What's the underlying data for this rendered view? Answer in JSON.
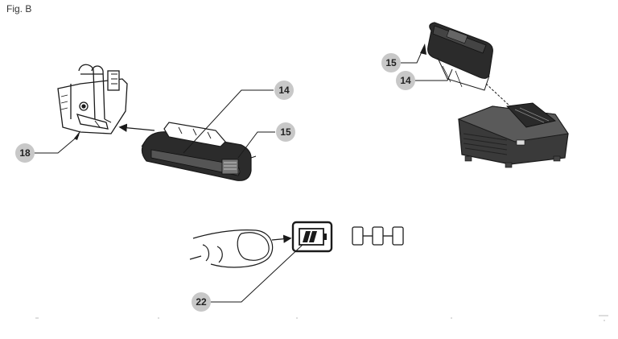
{
  "figure_label": "Fig. B",
  "callouts": {
    "battery_left": "14",
    "latch_left": "15",
    "tool_port": "18",
    "latch_right": "15",
    "battery_right": "14",
    "indicator_button": "22"
  },
  "colors": {
    "line": "#1a1a1a",
    "bubble": "#c8c8c8",
    "charger_fill": "#3a3a3a",
    "battery_fill": "#2b2b2b"
  }
}
